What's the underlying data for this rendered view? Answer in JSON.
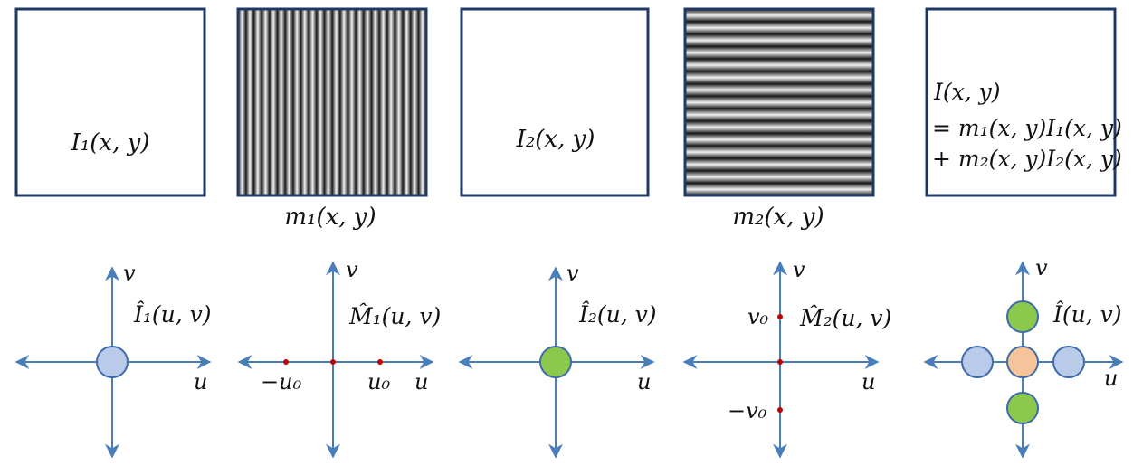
{
  "colors": {
    "frame": "#1f3864",
    "axis": "#4a7ebb",
    "dot": "#c00000",
    "blue_fill": "#b9cbe8",
    "green_fill": "#8cc84b",
    "orange_fill": "#f7c39a",
    "circle_stroke": "#3d6aa8"
  },
  "boxes": {
    "i1": {
      "label": "I₁(x, y)"
    },
    "m1": {
      "caption": "m₁(x, y)",
      "stripe_orientation": "vertical",
      "stripe_count": 24
    },
    "i2": {
      "label": "I₂(x, y)"
    },
    "m2": {
      "caption": "m₂(x, y)",
      "stripe_orientation": "horizontal",
      "stripe_count": 15
    },
    "i": {
      "line1": "I(x, y)",
      "line2": "= m₁(x, y)I₁(x, y)",
      "line3": "+ m₂(x, y)I₂(x, y)"
    }
  },
  "spectra": {
    "s1": {
      "label": "Î₁(u, v)",
      "u": "u",
      "v": "v"
    },
    "s2": {
      "label": "M̂₁(u, v)",
      "u": "u",
      "v": "v",
      "minus_u0": "−u₀",
      "u0": "u₀"
    },
    "s3": {
      "label": "Î₂(u, v)",
      "u": "u",
      "v": "v"
    },
    "s4": {
      "label": "M̂₂(u, v)",
      "u": "u",
      "v": "v",
      "v0": "v₀",
      "minus_v0": "−v₀"
    },
    "s5": {
      "label": "Î(u, v)",
      "u": "u",
      "v": "v"
    }
  }
}
